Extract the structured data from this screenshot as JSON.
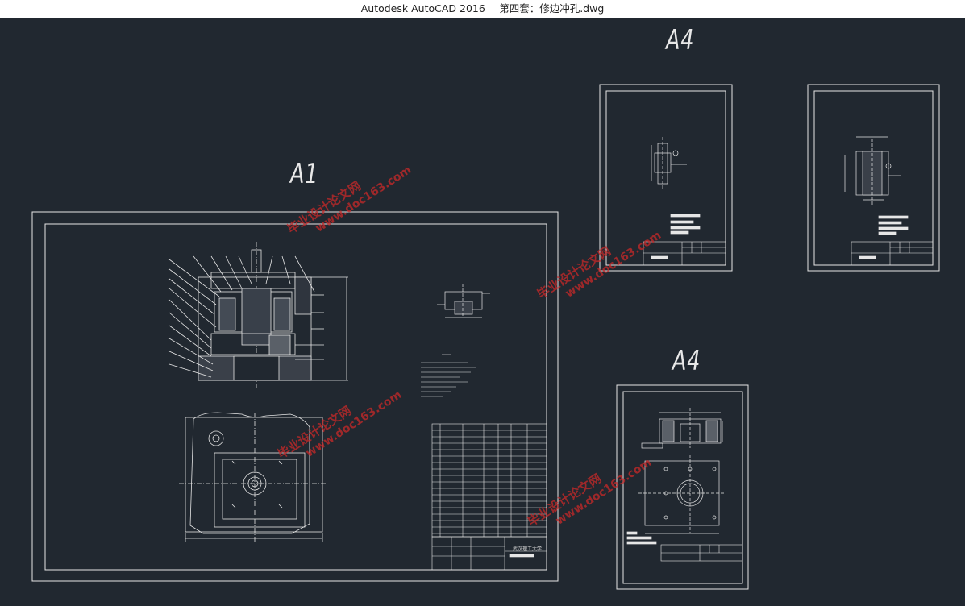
{
  "window": {
    "title_app": "Autodesk AutoCAD 2016",
    "title_file": "第四套：修边冲孔.dwg"
  },
  "sheets": {
    "a1_label": "A1",
    "a4_label_top": "A4",
    "a4_label_bottom": "A4"
  },
  "title_block": {
    "school": "武汉理工大学"
  },
  "watermark": {
    "line1": "毕业设计论文网",
    "line2": "www.doc163.com"
  },
  "colors": {
    "background": "#212830",
    "line": "#e6e6e6",
    "watermark": "#c82828"
  }
}
